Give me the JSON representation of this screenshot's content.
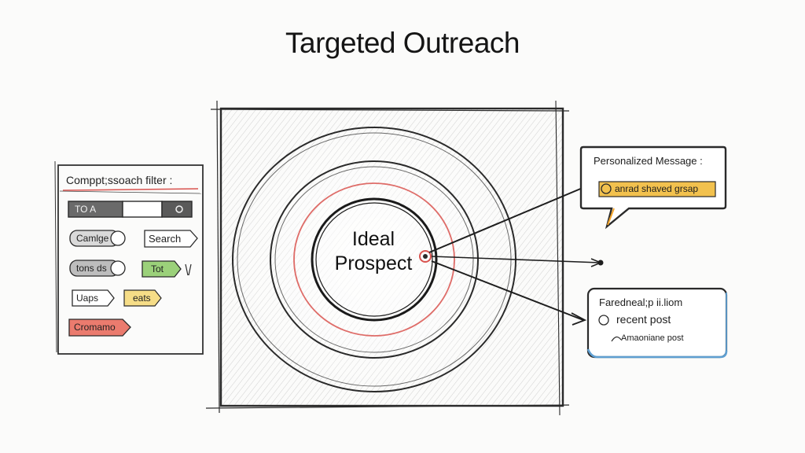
{
  "title": "Targeted Outreach",
  "filter_panel": {
    "title": "Comppt;ssoach filter :",
    "search_field": "TO A",
    "chips": {
      "campaign": "Camlge",
      "search": "Search",
      "trends": "tons ds",
      "tag": "Tot",
      "page": "Uaps",
      "eats": "eats",
      "crimson": "Cromamo"
    }
  },
  "target": {
    "label_line1": "Ideal",
    "label_line2": "Prospect"
  },
  "personalized_message": {
    "title": "Personalized Message :",
    "tag": "anrad shaved grsap"
  },
  "recent_post_card": {
    "line1": "Faredneal;p ii.liom",
    "line2": "recent post",
    "line3": "Amaoniane post"
  },
  "colors": {
    "sketch": "#2a2a2a",
    "red_ring": "#d9534f",
    "gold_tag": "#f2c14e",
    "green_tag": "#9bd17a",
    "yellow_tag": "#f6dd87",
    "red_tag": "#eb7b6e",
    "bubble_orange": "#f3a42a",
    "bubble_blue": "#5f9fd1"
  }
}
